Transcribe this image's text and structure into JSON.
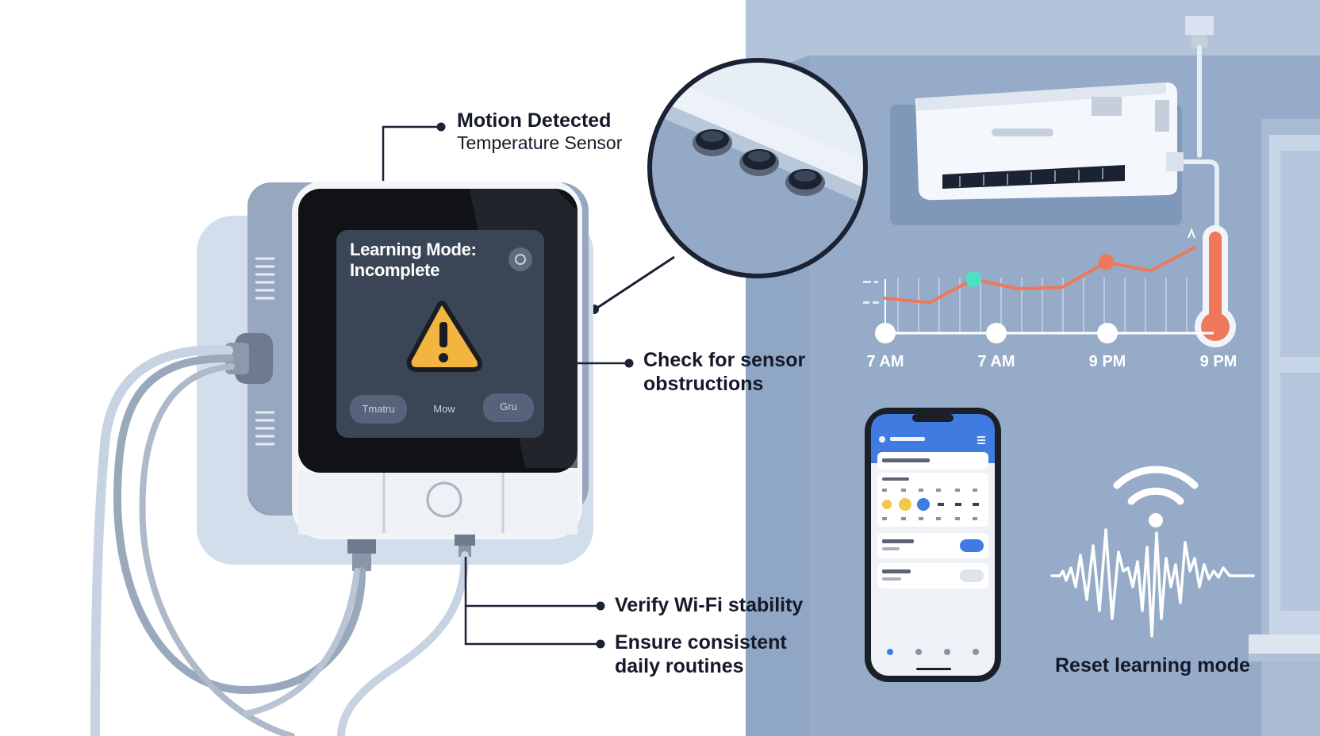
{
  "callouts": {
    "motion_line1": "Motion Detected",
    "motion_line2": "Temperature Sensor",
    "obstruction_line1": "Check for sensor",
    "obstruction_line2": "obstructions",
    "wifi": "Verify Wi-Fi stability",
    "routine_line1": "Ensure consistent",
    "routine_line2": "daily routines",
    "reset": "Reset learning mode"
  },
  "thermostat": {
    "screen_title_line1": "Learning Mode:",
    "screen_title_line2": "Incomplete",
    "button_left": "Tmatru",
    "button_mid": "Mow",
    "button_right": "Gru"
  },
  "chart_data": {
    "type": "line",
    "categories": [
      "7 AM",
      "7 AM",
      "9 PM",
      "9 PM"
    ],
    "series": [
      {
        "values": [
          0.55,
          0.48,
          0.85,
          0.7,
          0.72,
          1.12,
          0.98,
          1.35
        ],
        "color": "#f0785a"
      }
    ],
    "markers": [
      {
        "index": 2,
        "color": "#4fe0c4"
      },
      {
        "index": 5,
        "color": "#f0785a"
      }
    ]
  },
  "colors": {
    "panel_blue": "#8fa6c4",
    "accent_orange": "#f0785a",
    "accent_teal": "#4fe0c4",
    "warning_yellow": "#f2b640",
    "ink": "#15192a"
  },
  "icons": [
    "warning-icon",
    "wifi-icon",
    "thermometer-icon",
    "air-conditioner-icon",
    "smartphone-icon",
    "sound-wave-icon"
  ]
}
